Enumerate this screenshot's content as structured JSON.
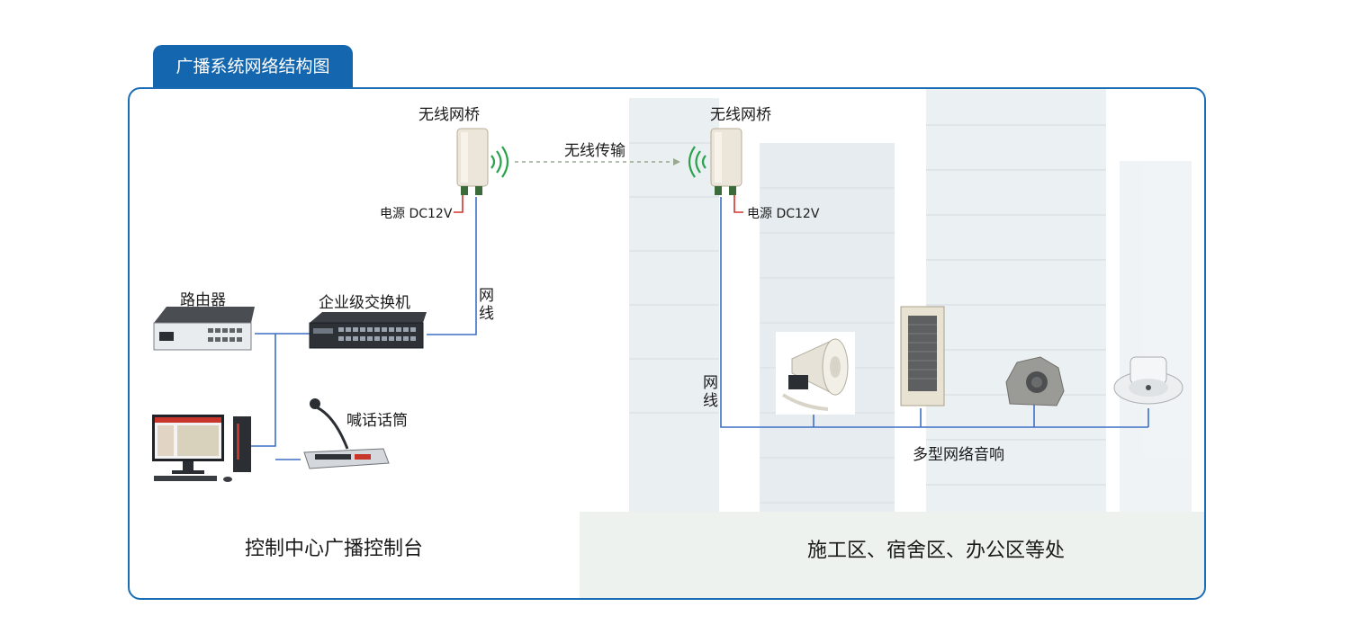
{
  "title": "广播系统网络结构图",
  "labels": {
    "bridge_left": "无线网桥",
    "bridge_right": "无线网桥",
    "wireless": "无线传输",
    "power_left": "电源 DC12V",
    "power_right": "电源 DC12V",
    "router": "路由器",
    "switch": "企业级交换机",
    "cable_left": "网线",
    "cable_right": "网线",
    "microphone": "喊话话筒",
    "speakers": "多型网络音响",
    "control_center": "控制中心广播控制台",
    "zones": "施工区、宿舍区、办公区等处"
  },
  "colors": {
    "accent": "#1467ae",
    "wire": "#3d6fc4",
    "frame": "#1a6db5",
    "signal": "#2aa24a"
  },
  "icons": [
    "wireless-bridge-icon",
    "router-icon",
    "switch-icon",
    "computer-icon",
    "microphone-icon",
    "horn-speaker-icon",
    "column-speaker-icon",
    "rock-speaker-icon",
    "ceiling-speaker-icon"
  ]
}
